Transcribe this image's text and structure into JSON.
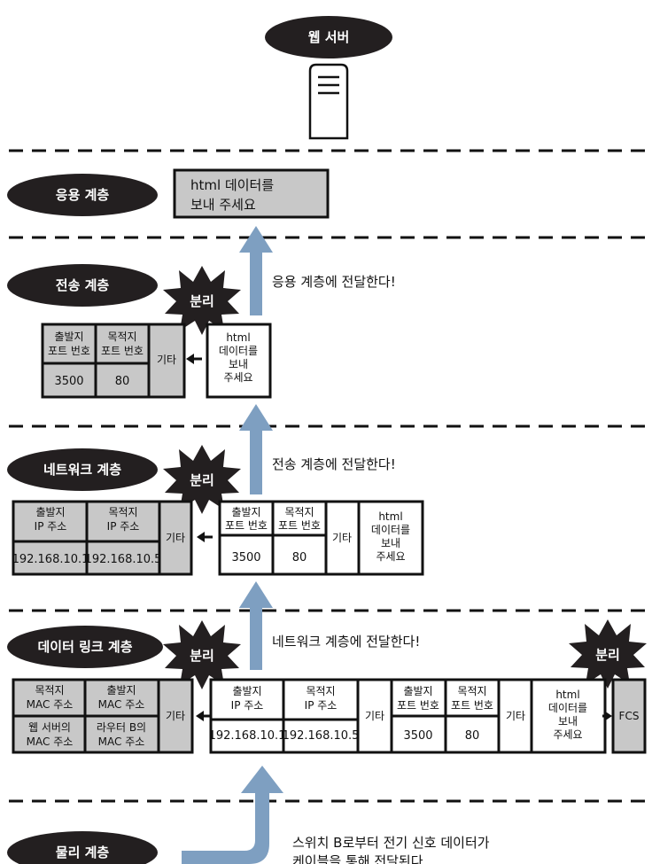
{
  "server": {
    "label": "웹 서버"
  },
  "layers": {
    "application": "응용 계층",
    "transport": "전송 계층",
    "network": "네트워크 계층",
    "datalink": "데이터 링크 계층",
    "physical": "물리 계층"
  },
  "app_data": {
    "line1": "html 데이터를",
    "line2": "보내 주세요"
  },
  "html_small": [
    "html",
    "데이터를",
    "보내",
    "주세요"
  ],
  "separate": "분리",
  "captions": {
    "to_app": "응용 계층에 전달한다!",
    "to_transport": "전송 계층에 전달한다!",
    "to_network": "네트워크 계층에 전달한다!",
    "physical_line1": "스위치 B로부터 전기 신호 데이터가",
    "physical_line2": "케이블을 통해 전달된다"
  },
  "fields": {
    "src_port": [
      "출발지",
      "포트 번호"
    ],
    "dst_port": [
      "목적지",
      "포트 번호"
    ],
    "src_ip": [
      "출발지",
      "IP 주소"
    ],
    "dst_ip": [
      "목적지",
      "IP 주소"
    ],
    "dst_mac": [
      "목적지",
      "MAC 주소"
    ],
    "src_mac": [
      "출발지",
      "MAC 주소"
    ],
    "other": "기타",
    "fcs": "FCS"
  },
  "values": {
    "src_port": "3500",
    "dst_port": "80",
    "src_ip": "192.168.10.1",
    "dst_ip": "192.168.10.5",
    "dst_mac": [
      "웹 서버의",
      "MAC 주소"
    ],
    "src_mac": [
      "라우터 B의",
      "MAC 주소"
    ]
  },
  "colors": {
    "pill": "#231f20",
    "gray": "#c8c8c8",
    "arrow": "#7e9fc1",
    "line": "#111111"
  },
  "icons": [
    "server-icon",
    "burst-icon",
    "arrow-up-icon",
    "arrow-left-icon",
    "arrow-right-icon"
  ]
}
